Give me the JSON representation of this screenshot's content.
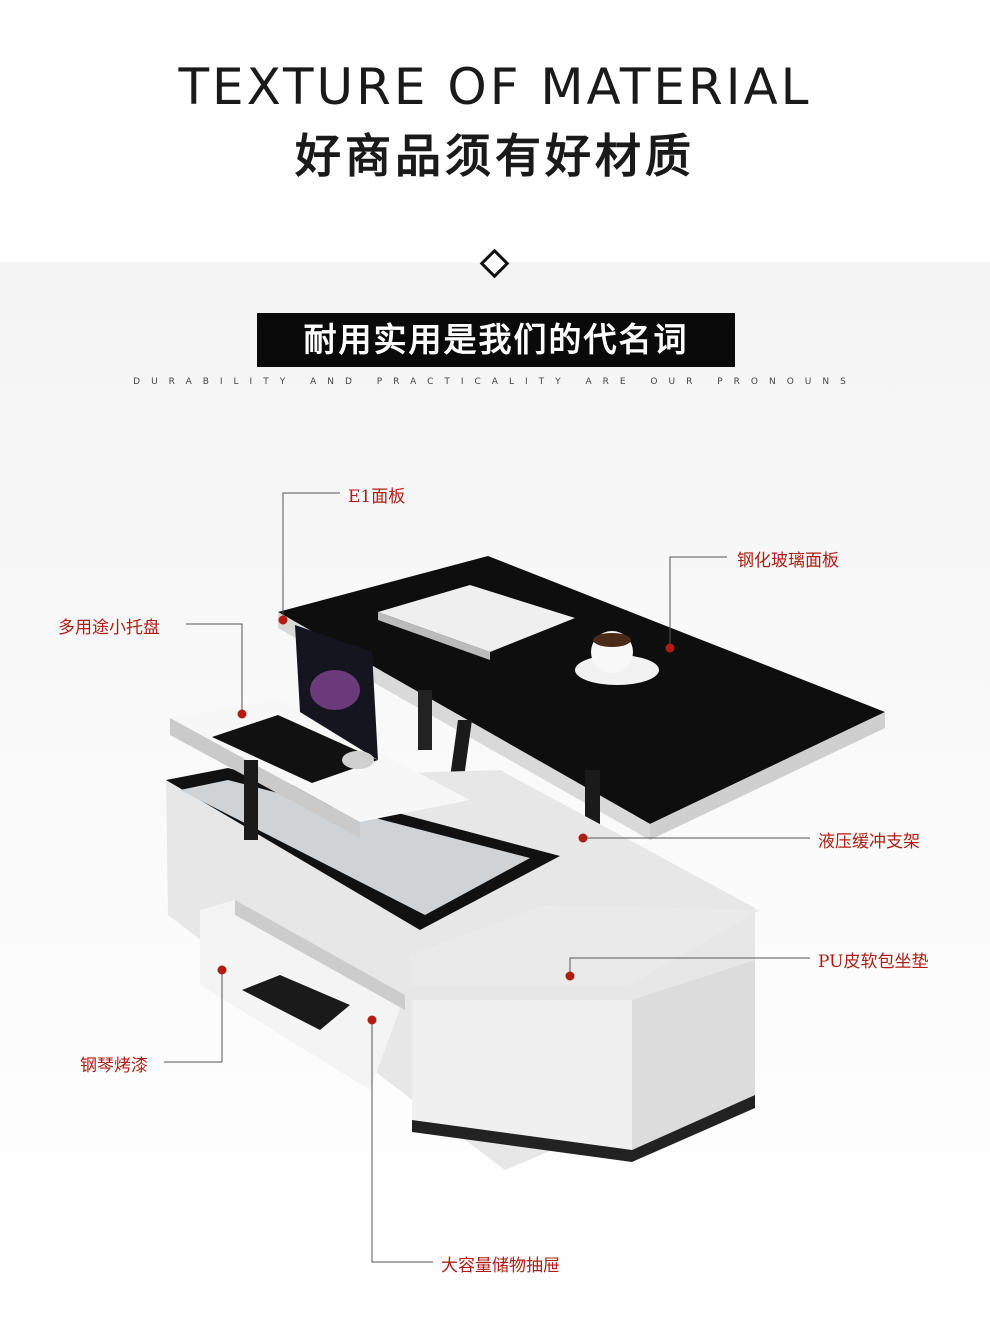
{
  "header": {
    "title_en": "TEXTURE OF MATERIAL",
    "title_cn": "好商品须有好材质"
  },
  "section": {
    "banner": "耐用实用是我们的代名词",
    "subline": "DURABILITY AND PRACTICALITY ARE OUR PRONOUNS"
  },
  "labels": {
    "e1_panel": "E1面板",
    "tempered_glass": "钢化玻璃面板",
    "tray": "多用途小托盘",
    "hydraulic": "液压缓冲支架",
    "pu_cushion": "PU皮软包坐垫",
    "piano_paint": "钢琴烤漆",
    "drawer": "大容量储物抽屉"
  },
  "colors": {
    "accent": "#b11d14",
    "banner_bg": "#0a0a0a"
  }
}
